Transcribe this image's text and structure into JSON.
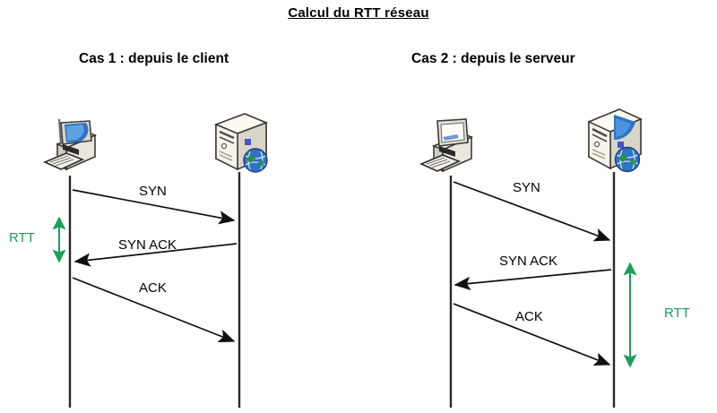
{
  "title": "Calcul du RTT réseau",
  "colors": {
    "rtt_green": "#1e9e5a",
    "line_black": "#1a1a1a",
    "background": "#ffffff"
  },
  "cases": [
    {
      "id": "case1",
      "heading": "Cas 1 : depuis le client",
      "left_node": {
        "icon": "desktop-computer-icon",
        "role": "client"
      },
      "right_node": {
        "icon": "server-tower-icon",
        "role": "serveur"
      },
      "messages": [
        {
          "label": "SYN",
          "direction": "left-to-right"
        },
        {
          "label": "SYN ACK",
          "direction": "right-to-left"
        },
        {
          "label": "ACK",
          "direction": "left-to-right"
        }
      ],
      "rtt": {
        "label": "RTT",
        "side": "left",
        "measured_at": "client"
      }
    },
    {
      "id": "case2",
      "heading": "Cas 2 : depuis le serveur",
      "left_node": {
        "icon": "desktop-computer-icon",
        "role": "client"
      },
      "right_node": {
        "icon": "server-tower-icon",
        "role": "serveur"
      },
      "messages": [
        {
          "label": "SYN",
          "direction": "left-to-right"
        },
        {
          "label": "SYN ACK",
          "direction": "right-to-left"
        },
        {
          "label": "ACK",
          "direction": "left-to-right"
        }
      ],
      "rtt": {
        "label": "RTT",
        "side": "right",
        "measured_at": "serveur"
      }
    }
  ]
}
